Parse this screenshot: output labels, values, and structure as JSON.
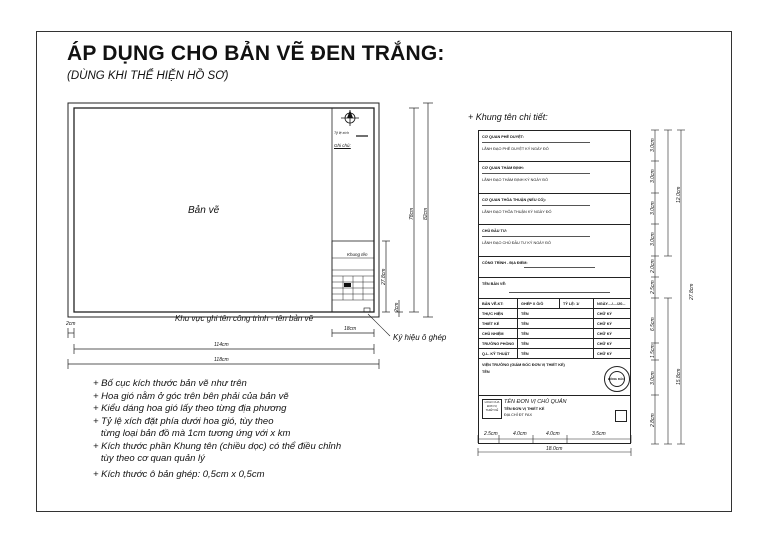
{
  "title": "ÁP DỤNG CHO BẢN VẼ ĐEN TRẮNG:",
  "subtitle": "(DÙNG KHI THỂ HIỆN HỒ SƠ)",
  "left_drawing": {
    "center_label": "Bản vẽ",
    "scale_text": "Tỷ lệ xích",
    "note_label": "Ghi chú:",
    "khung_ten_label": "Khung tên",
    "area_label": "Khu vực ghi tên công trình - tên bản vẽ",
    "joint_symbol_label": "Ký hiệu ô ghép",
    "dims": {
      "margin_left": "2cm",
      "width_inner": "114cm",
      "width_total": "118cm",
      "title_block_width": "18cm",
      "height_inner": "78cm",
      "height_total": "82cm",
      "title_block_height": "27.8cm",
      "small": "2cm"
    }
  },
  "right_heading": "+ Khung tên chi tiết:",
  "title_block": {
    "sections": [
      {
        "label": "CƠ QUAN PHÊ DUYỆT:",
        "sub": "LÃNH ĐẠO PHÊ DUYỆT        KÝ     NGÀY     ĐÓ"
      },
      {
        "label": "CƠ QUAN THẨM ĐỊNH:",
        "sub": "LÃNH ĐẠO THẨM ĐỊNH        KÝ     NGÀY     ĐÓ"
      },
      {
        "label": "CƠ QUAN THỎA THUẬN (NẾU CÓ):",
        "sub": "LÃNH ĐẠO THỎA THUẬN       KÝ     NGÀY     ĐÓ"
      },
      {
        "label": "CHỦ ĐẦU TƯ:",
        "sub": "LÃNH ĐẠO CHỦ ĐẦU TƯ       KÝ     NGÀY     ĐÓ"
      },
      {
        "label": "CÔNG TRÌNH - ĐỊA ĐIỂM:",
        "sub": ""
      },
      {
        "label": "TÊN BẢN VẼ:",
        "sub": ""
      }
    ],
    "grid_header": [
      "BẢN VẼ-KT:",
      "GHÉP X Ô/Ô",
      "TỶ LỆ: 1/",
      "NGÀY..../..../20..."
    ],
    "grid_rows": [
      [
        "THỰC HIỆN",
        "TÊN",
        "CHỮ KÝ"
      ],
      [
        "THIẾT KẾ",
        "TÊN",
        "CHỮ KÝ"
      ],
      [
        "CHỦ NHIỆM",
        "TÊN",
        "CHỮ KÝ"
      ],
      [
        "TRƯỞNG PHÒNG",
        "TÊN",
        "CHỮ KÝ"
      ],
      [
        "Q.L. KỸ THUẬT",
        "TÊN",
        "CHỮ KÝ"
      ]
    ],
    "director_label": "VIỆN TRƯỞNG (GIÁM ĐỐC ĐƠN VỊ THIẾT KẾ)",
    "director_name": "TÊN",
    "stamp_text": "ĐÓNG DẤU",
    "unit_name": "TÊN ĐƠN VỊ CHỦ QUẢN",
    "unit_design": "TÊN ĐƠN VỊ THIẾT KẾ",
    "unit_small": "ĐỊA CHỈ         ĐT             FAX",
    "logo_text": "LOGO CỦA ĐƠN VỊ THIẾT KẾ",
    "bottom_dims": [
      "2.5cm",
      "4.0cm",
      "4.0cm",
      "3.5cm"
    ],
    "total_width": "18.0cm",
    "right_dims": [
      "3.0cm",
      "3.0cm",
      "3.0cm",
      "3.0cm",
      "2.0cm",
      "2.5cm",
      "6.5cm",
      "1.5cm",
      "3.0cm",
      "2.8cm"
    ],
    "right_totals": [
      "12.0cm",
      "27.8cm",
      "15.8cm"
    ]
  },
  "notes": [
    "+ Bố cục kích thước bản vẽ như trên",
    "+ Hoa gió nằm ở góc trên bên phải của bản vẽ",
    "+ Kiểu dáng hoa gió lấy theo từng địa phương",
    "+ Tỷ lệ xích đặt phía dưới hoa gió, tùy theo",
    "   từng loại bản đồ mà 1cm tương ứng với x km",
    "+ Kích thước phần Khung tên (chiều dọc) có thể điều chỉnh",
    "   tùy theo cơ quan quản lý",
    "+ Kích thước ô bản ghép: 0,5cm x 0,5cm"
  ]
}
